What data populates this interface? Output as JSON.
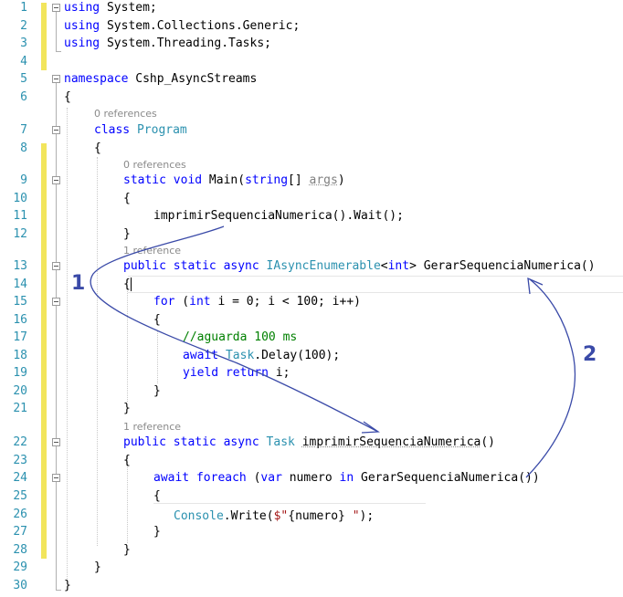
{
  "line_numbers": [
    "1",
    "2",
    "3",
    "4",
    "5",
    "6",
    "7",
    "8",
    "9",
    "10",
    "11",
    "12",
    "13",
    "14",
    "15",
    "16",
    "17",
    "18",
    "19",
    "20",
    "21",
    "22",
    "23",
    "24",
    "25",
    "26",
    "27",
    "28",
    "29",
    "30"
  ],
  "code": {
    "l1_using": "using",
    "l1_rest": " System;",
    "l2_using": "using",
    "l2_rest": " System.Collections.Generic;",
    "l3_using": "using",
    "l3_rest": " System.Threading.Tasks;",
    "l5_namespace": "namespace",
    "l5_name": " Cshp_AsyncStreams",
    "l6": "{",
    "ref_class": "0 references",
    "l7_class": "class",
    "l7_name": "Program",
    "l8": "{",
    "ref_main": "0 references",
    "l9_static": "static",
    "l9_void": " void",
    "l9_main": " Main(",
    "l9_string": "string",
    "l9_mid": "[] ",
    "l9_args": "args",
    "l9_end": ")",
    "l10": "{",
    "l11": "imprimirSequenciaNumerica().Wait();",
    "l12": "}",
    "ref_gerar": "1 reference",
    "l13_mods": "public static async ",
    "l13_type": "IAsyncEnumerable",
    "l13_generic": "<",
    "l13_int": "int",
    "l13_close": ">",
    "l13_name": " GerarSequenciaNumerica()",
    "l14": "{",
    "l15_for": "for",
    "l15_open": " (",
    "l15_int": "int",
    "l15_rest": " i = 0; i < 100; i++)",
    "l16": "{",
    "l17_comment": "//aguarda 100 ms",
    "l18_await": "await",
    "l18_task": " Task",
    "l18_rest": ".Delay(100);",
    "l19_yield": "yield return",
    "l19_rest": " i;",
    "l20": "}",
    "l21": "}",
    "ref_imprimir": "1 reference",
    "l22_mods": "public static async ",
    "l22_task": "Task",
    "l22_name": "imprimirSequenciaNumerica",
    "l22_parens": "()",
    "l23": "{",
    "l24_await": "await",
    "l24_foreach": " foreach",
    "l24_open": " (",
    "l24_var": "var",
    "l24_numero": " numero ",
    "l24_in": "in",
    "l24_rest": " GerarSequenciaNumerica())",
    "l25": "{",
    "l26_console": "Console",
    "l26_write": ".Write(",
    "l26_str1": "$\"",
    "l26_interp": "{numero}",
    "l26_str2": " \"",
    "l26_end": ");",
    "l27": "}",
    "l28": "}",
    "l29": "}",
    "l30": "}"
  },
  "annotations": {
    "arrow_1_label": "1",
    "arrow_2_label": "2"
  },
  "colors": {
    "keyword": "#0000ff",
    "type": "#2b91af",
    "comment": "#008000",
    "string": "#a31515",
    "line_number": "#2b91af",
    "change_marker": "#f2e55c",
    "annotation": "#3a4aa8"
  }
}
